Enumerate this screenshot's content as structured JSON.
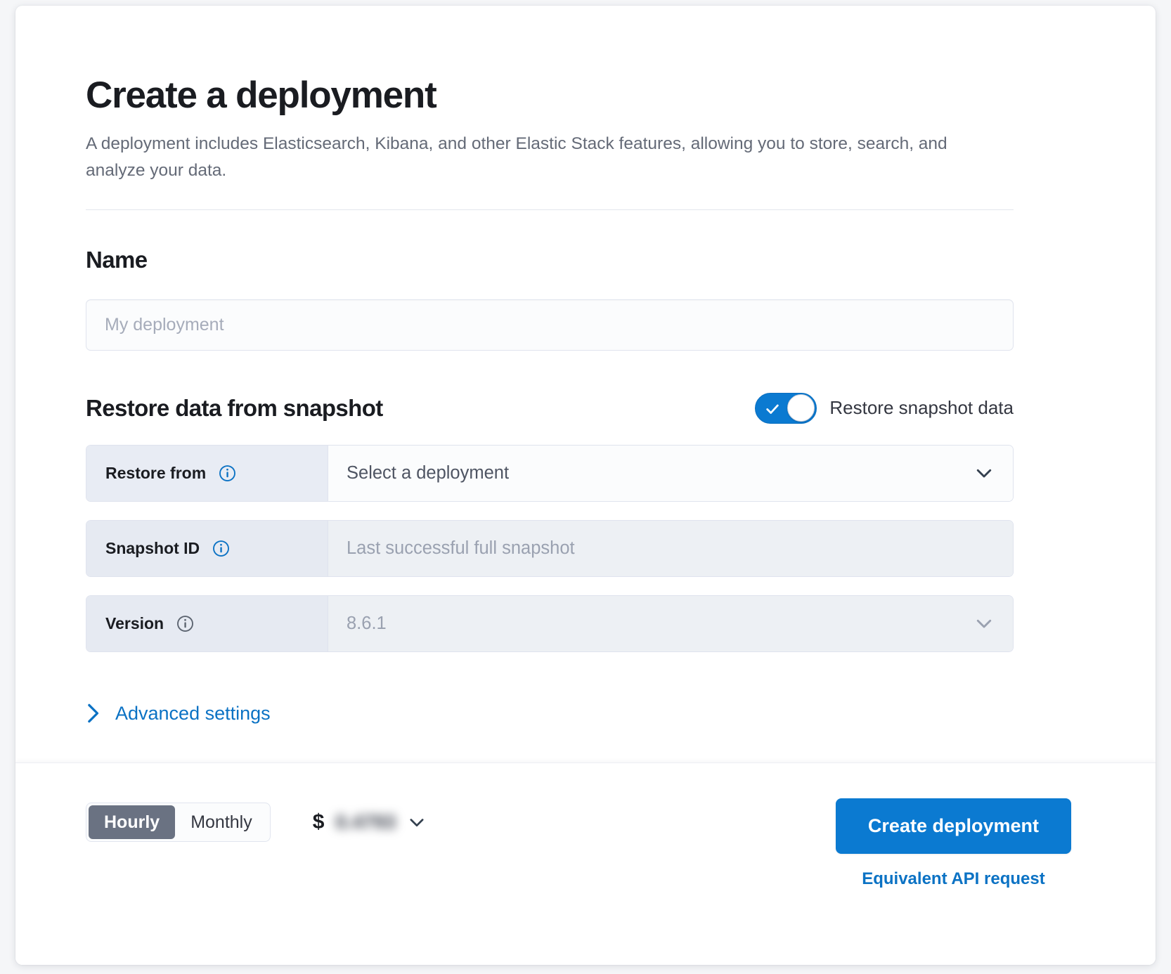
{
  "header": {
    "title": "Create a deployment",
    "subtitle": "A deployment includes Elasticsearch, Kibana, and other Elastic Stack features, allowing you to store, search, and analyze your data."
  },
  "name_section": {
    "title": "Name",
    "input_placeholder": "My deployment",
    "input_value": ""
  },
  "restore_section": {
    "title": "Restore data from snapshot",
    "toggle_label": "Restore snapshot data",
    "toggle_on": true,
    "rows": [
      {
        "label": "Restore from",
        "value": "Select a deployment",
        "is_placeholder": true,
        "disabled": false,
        "has_chevron": true,
        "info": "info-icon"
      },
      {
        "label": "Snapshot ID",
        "value": "Last successful full snapshot",
        "is_placeholder": true,
        "disabled": true,
        "has_chevron": false,
        "info": "info-icon"
      },
      {
        "label": "Version",
        "value": "8.6.1",
        "is_placeholder": false,
        "disabled": true,
        "has_chevron": true,
        "info": "info-icon"
      }
    ],
    "advanced_settings_label": "Advanced settings"
  },
  "footer": {
    "billing_options": [
      "Hourly",
      "Monthly"
    ],
    "billing_selected": "Hourly",
    "price_symbol": "$",
    "price_value": "0.4793",
    "price_redacted": true,
    "create_button": "Create deployment",
    "api_link": "Equivalent API request"
  },
  "colors": {
    "accent_blue": "#0b7ad1",
    "link_blue": "#0b72c4",
    "title_dark": "#1a1c21",
    "muted_text": "#646a77",
    "label_bg": "#e8ecf4",
    "field_bg_enabled": "#fbfcfd",
    "field_bg_disabled": "#edf0f4",
    "segment_active_bg": "#6a7282"
  }
}
